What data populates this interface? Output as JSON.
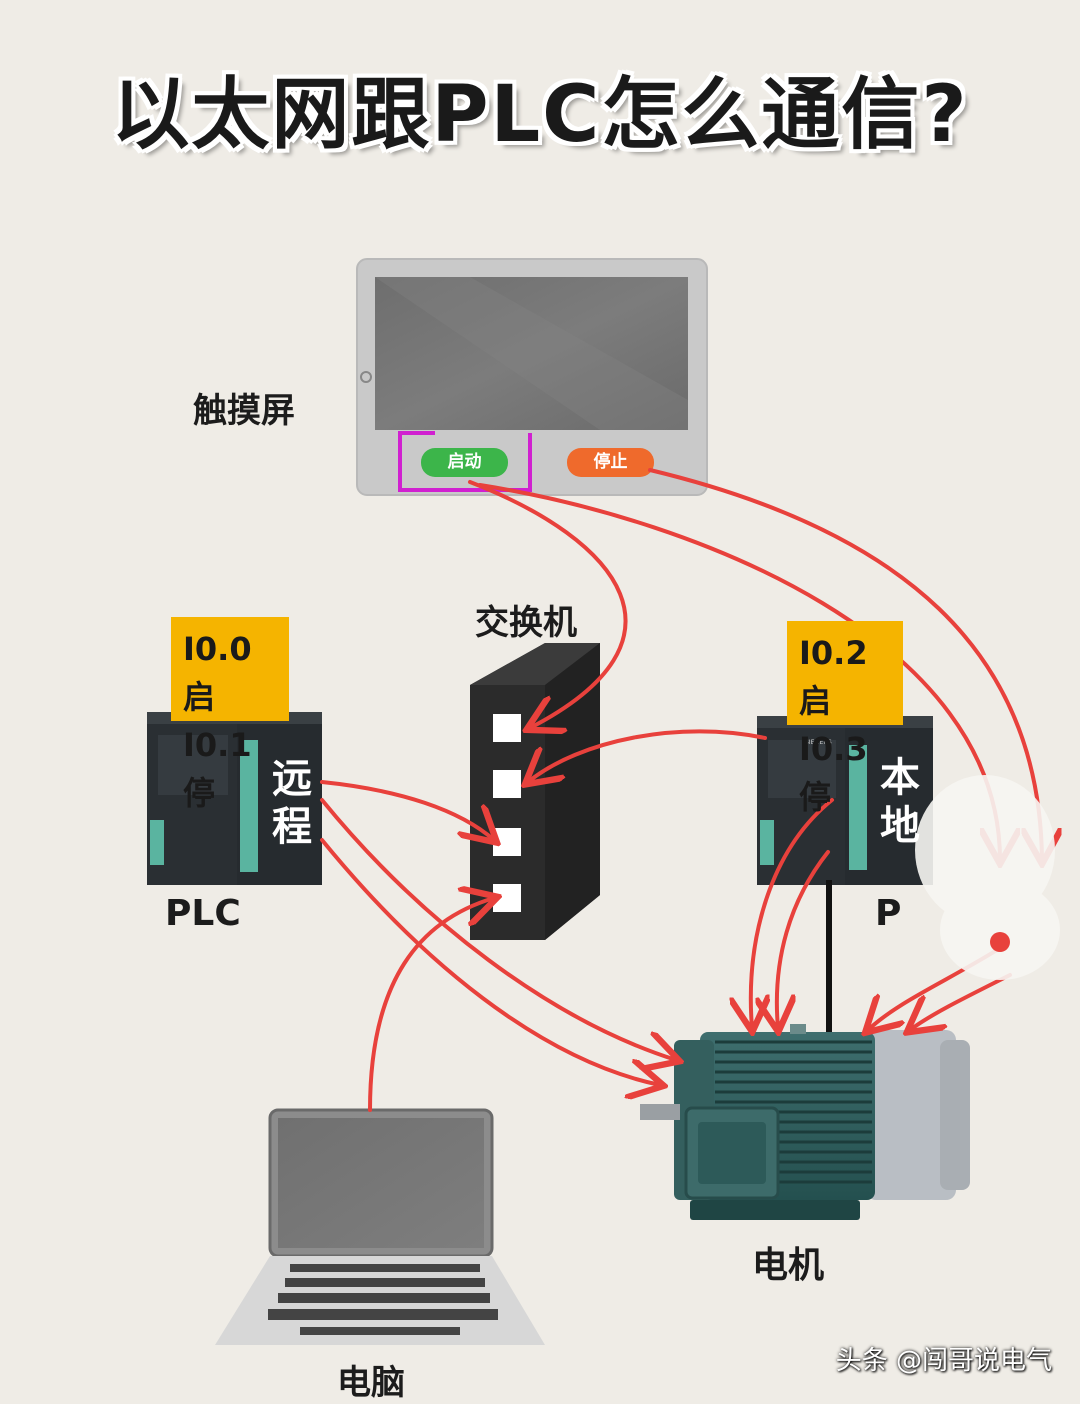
{
  "title": "以太网跟PLC怎么通信?",
  "touchscreen": {
    "label": "触摸屏",
    "start_button": "启动",
    "stop_button": "停止"
  },
  "switch": {
    "label": "交换机"
  },
  "remote_plc": {
    "io_lines": [
      "I0.0启",
      "I0.1停"
    ],
    "side_text": [
      "远",
      "程"
    ],
    "label": "PLC"
  },
  "local_plc": {
    "io_lines": [
      "I0.2启",
      "I0.3停"
    ],
    "side_text": [
      "本",
      "地"
    ],
    "label": "P"
  },
  "motor": {
    "label": "电机"
  },
  "laptop": {
    "label": "电脑"
  },
  "watermark": "头条 @闯哥说电气",
  "colors": {
    "arrow": "#e8413c",
    "start_green": "#3cb54a",
    "stop_orange": "#ef6a2c",
    "io_yellow": "#f5b400",
    "highlight": "#d020d0"
  }
}
